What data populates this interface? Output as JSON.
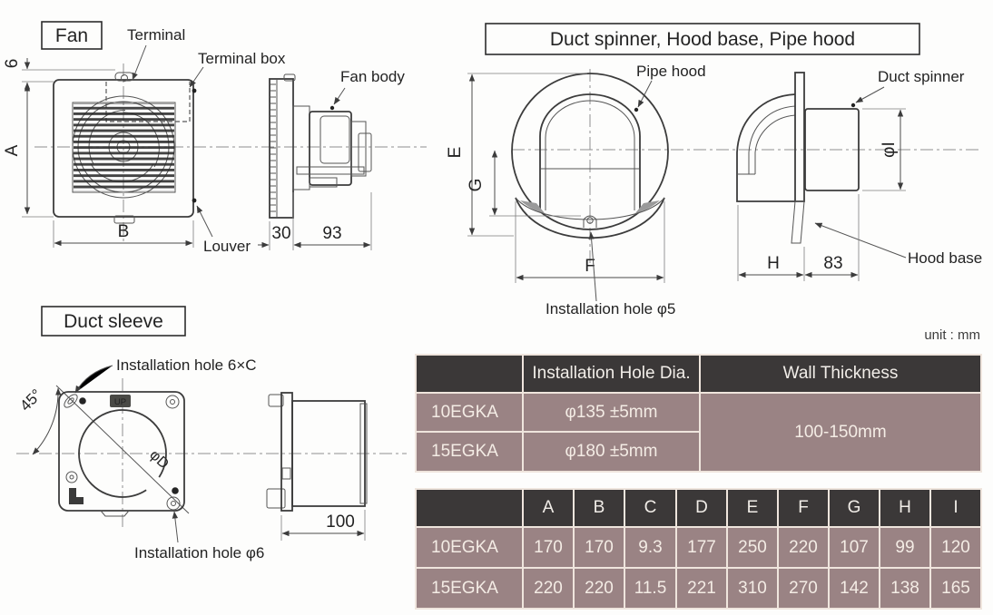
{
  "page": {
    "unit_note": "unit : mm"
  },
  "colors": {
    "table_header_bg": "#3b3838",
    "table_body_bg": "#9a8384",
    "table_grid": "#efe5dd",
    "line_ink": "#3c3c3c"
  },
  "fan_view": {
    "title": "Fan",
    "labels": {
      "terminal": "Terminal",
      "terminal_box": "Terminal box",
      "fan_body": "Fan body",
      "louver": "Louver"
    },
    "dims": {
      "top_offset": "6",
      "height": "A",
      "width": "B",
      "louver_depth": "30",
      "body_depth": "93"
    }
  },
  "hood_view": {
    "title": "Duct spinner, Hood base, Pipe hood",
    "labels": {
      "pipe_hood": "Pipe hood",
      "duct_spinner": "Duct spinner",
      "hood_base": "Hood base",
      "installation_hole": "Installation hole φ5"
    },
    "dims": {
      "height": "E",
      "mouth": "G",
      "width": "F",
      "spinner_dia": "φI",
      "hood_depth": "H",
      "spinner_depth": "83"
    }
  },
  "sleeve_view": {
    "title": "Duct sleeve",
    "labels": {
      "installation_hole_top": "Installation hole 6×C",
      "installation_hole_bottom": "Installation hole φ6",
      "angle": "45°",
      "bolt_circle": "φD",
      "up_marking": "UP"
    },
    "dims": {
      "depth": "100"
    }
  },
  "spec_table": {
    "headers": [
      "",
      "Installation Hole Dia.",
      "Wall Thickness"
    ],
    "rows": [
      {
        "model": "10EGKA",
        "hole_dia": "φ135 ±5mm"
      },
      {
        "model": "15EGKA",
        "hole_dia": "φ180 ±5mm"
      }
    ],
    "wall_thickness": "100-150mm"
  },
  "dim_table": {
    "headers": [
      "",
      "A",
      "B",
      "C",
      "D",
      "E",
      "F",
      "G",
      "H",
      "I"
    ],
    "rows": [
      {
        "model": "10EGKA",
        "values": [
          "170",
          "170",
          "9.3",
          "177",
          "250",
          "220",
          "107",
          "99",
          "120"
        ]
      },
      {
        "model": "15EGKA",
        "values": [
          "220",
          "220",
          "11.5",
          "221",
          "310",
          "270",
          "142",
          "138",
          "165"
        ]
      }
    ]
  }
}
